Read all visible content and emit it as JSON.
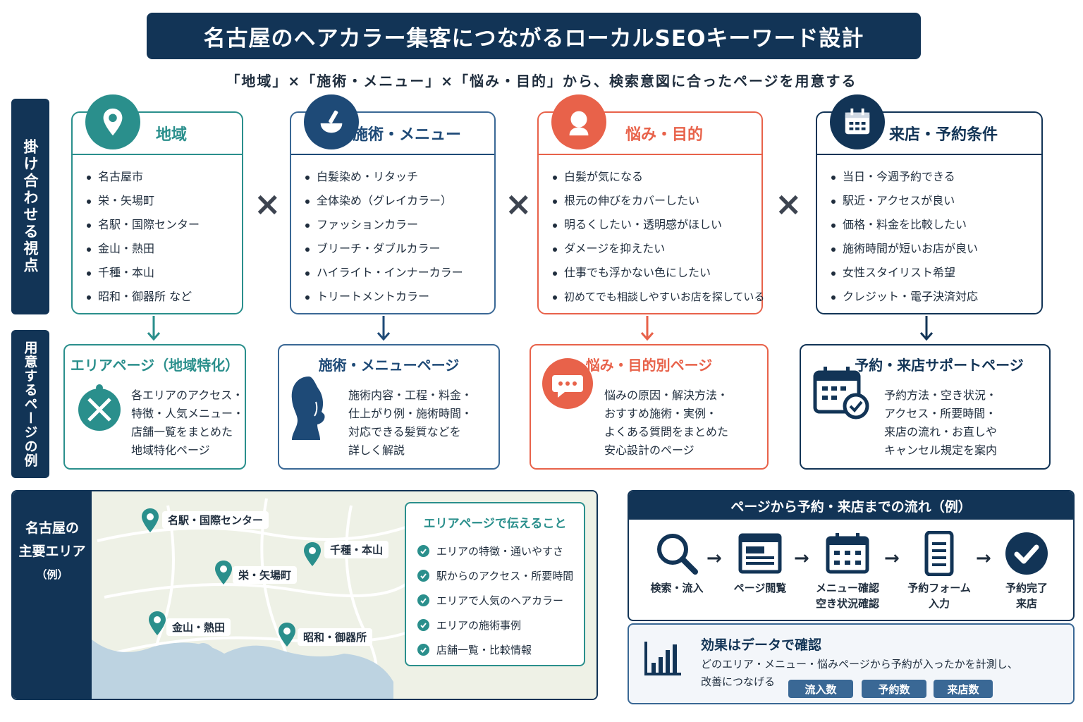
{
  "title": "名古屋のヘアカラー集客につながるローカルSEOキーワード設計",
  "subtitle": "「地域」×「施術・メニュー」×「悩み・目的」から、検索意図に合ったページを用意する",
  "side_labels": {
    "top": "掛け合わせる視点",
    "bottom": "用意するページの例"
  },
  "cards": [
    {
      "title": "地域",
      "items": [
        "名古屋市",
        "栄・矢場町",
        "名駅・国際センター",
        "金山・熱田",
        "千種・本山",
        "昭和・御器所 など"
      ]
    },
    {
      "title": "施術・メニュー",
      "items": [
        "白髪染め・リタッチ",
        "全体染め（グレイカラー）",
        "ファッションカラー",
        "ブリーチ・ダブルカラー",
        "ハイライト・インナーカラー",
        "トリートメントカラー"
      ]
    },
    {
      "title": "悩み・目的",
      "items": [
        "白髪が気になる",
        "根元の伸びをカバーしたい",
        "明るくしたい・透明感がほしい",
        "ダメージを抑えたい",
        "仕事でも浮かない色にしたい",
        "初めてでも相談しやすいお店を探している"
      ]
    },
    {
      "title": "来店・予約条件",
      "items": [
        "当日・今週予約できる",
        "駅近・アクセスが良い",
        "価格・料金を比較したい",
        "施術時間が短いお店が良い",
        "女性スタイリスト希望",
        "クレジット・電子決済対応"
      ]
    }
  ],
  "times_symbol": "×",
  "pages": [
    {
      "title": "エリアページ（地域特化）",
      "lines": [
        "各エリアのアクセス・",
        "特徴・人気メニュー・",
        "店舗一覧をまとめた",
        "地域特化ページ"
      ]
    },
    {
      "title": "施術・メニューページ",
      "lines": [
        "施術内容・工程・料金・",
        "仕上がり例・施術時間・",
        "対応できる髪質などを",
        "詳しく解説"
      ]
    },
    {
      "title": "悩み・目的別ページ",
      "lines": [
        "悩みの原因・解決方法・",
        "おすすめ施術・実例・",
        "よくある質問をまとめた",
        "安心設計のページ"
      ]
    },
    {
      "title": "予約・来店サポートページ",
      "lines": [
        "予約方法・空き状況・",
        "アクセス・所要時間・",
        "来店の流れ・お直しや",
        "キャンセル規定を案内"
      ]
    }
  ],
  "map": {
    "title_lines": [
      "名古屋の",
      "主要エリア",
      "（例）"
    ],
    "pins": [
      "名駅・国際センター",
      "千種・本山",
      "栄・矢場町",
      "金山・熱田",
      "昭和・御器所"
    ]
  },
  "tell": {
    "title": "エリアページで伝えること",
    "items": [
      "エリアの特徴・通いやすさ",
      "駅からのアクセス・所要時間",
      "エリアで人気のヘアカラー",
      "エリアの施術事例",
      "店舗一覧・比較情報"
    ]
  },
  "flow": {
    "title": "ページから予約・来店までの流れ（例）",
    "arrow": "→",
    "steps": [
      {
        "lines": [
          "検索・流入"
        ]
      },
      {
        "lines": [
          "ページ閲覧"
        ]
      },
      {
        "lines": [
          "メニュー確認",
          "空き状況確認"
        ]
      },
      {
        "lines": [
          "予約フォーム",
          "入力"
        ]
      },
      {
        "lines": [
          "予約完了",
          "来店"
        ]
      }
    ]
  },
  "effect": {
    "title": "効果はデータで確認",
    "desc_lines": [
      "どのエリア・メニュー・悩みページから予約が入ったかを計測し、",
      "改善につなげる"
    ],
    "badges": [
      "流入数",
      "予約数",
      "来店数"
    ]
  },
  "colors": {
    "navy": "#123456",
    "teal": "#2a8f8c",
    "blue": "#1e4a77",
    "coral": "#e8624a"
  },
  "icons": [
    "location-pin-icon",
    "hair-dye-bowl-icon",
    "worried-woman-icon",
    "calendar-icon",
    "compass-map-icon",
    "woman-profile-icon",
    "chat-bubble-icon",
    "calendar-check-icon",
    "search-icon",
    "browser-icon",
    "phone-form-icon",
    "check-circle-icon",
    "bar-chart-icon"
  ]
}
